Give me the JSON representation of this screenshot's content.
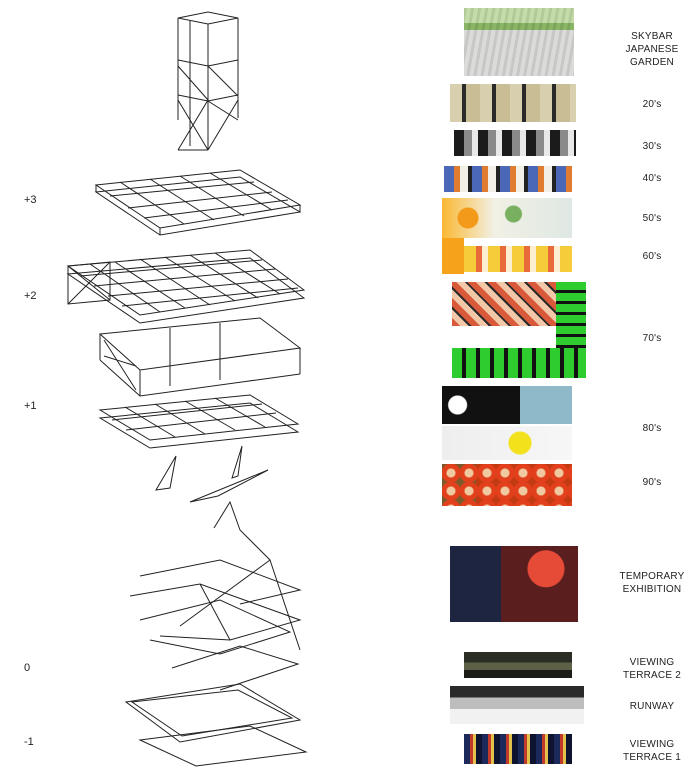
{
  "levels": {
    "p3": "+3",
    "p2": "+2",
    "p1": "+1",
    "zero": "0",
    "m1": "-1"
  },
  "labels": {
    "skybar": "SKYBAR\nJAPANESE\nGARDEN",
    "s20": "20's",
    "s30": "30's",
    "s40": "40's",
    "s50": "50's",
    "s60": "60's",
    "s70": "70's",
    "s80": "80's",
    "s90": "90's",
    "temp": "TEMPORARY\nEXHIBITION",
    "vt2": "VIEWING\nTERRACE 2",
    "runway": "RUNWAY",
    "vt1": "VIEWING\nTERRACE 1"
  },
  "colors": {
    "line": "#222222",
    "accent_70s": "#2ecc2e",
    "accent_90s": "#e2401c"
  }
}
